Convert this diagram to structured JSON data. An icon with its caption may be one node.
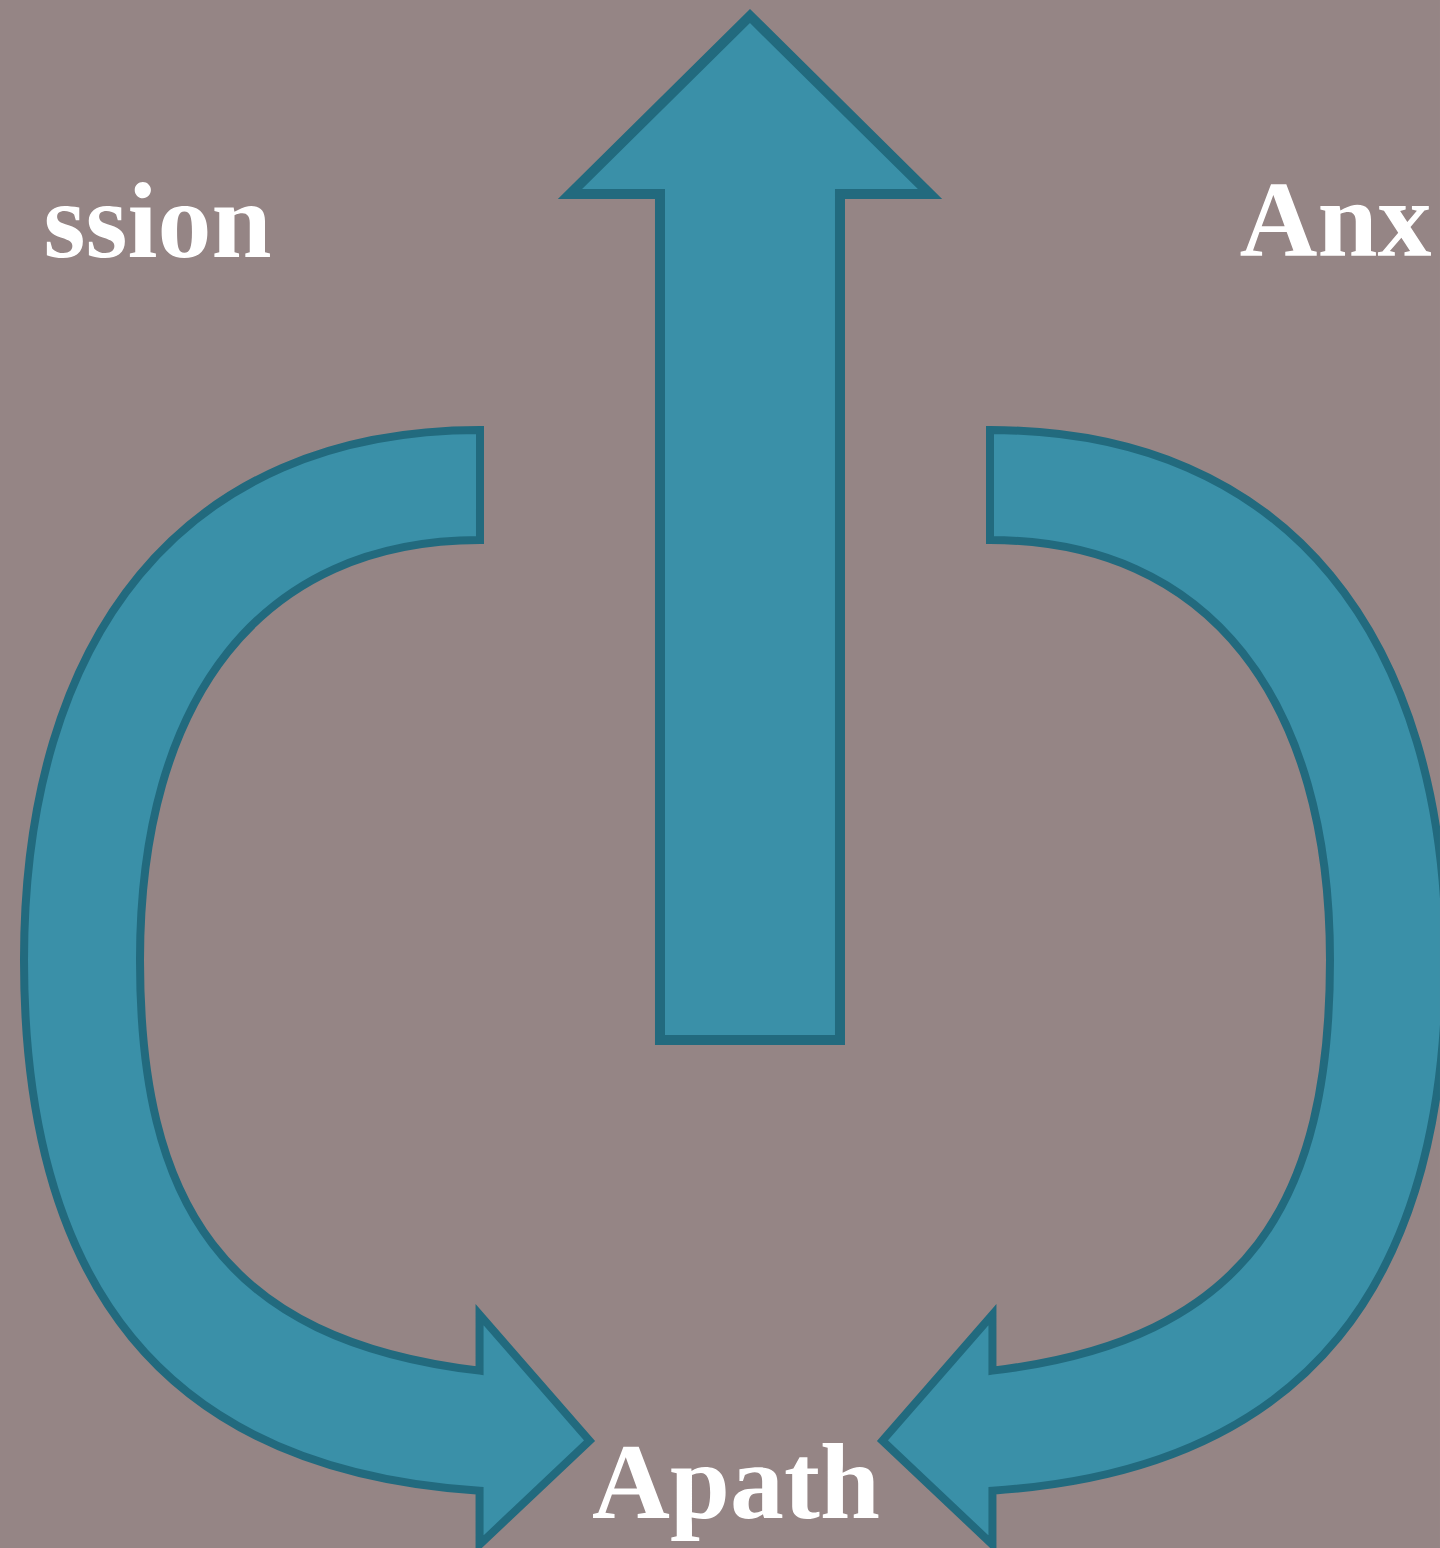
{
  "diagram": {
    "nodes": [
      {
        "text": [
          "ssion"
        ]
      },
      {
        "text": [
          "Anx"
        ]
      },
      {
        "text": [
          "Apath"
        ]
      }
    ],
    "edges": [
      {
        "from": null,
        "to": 2,
        "arrow": "to"
      },
      {
        "from": null,
        "to": 2,
        "arrow": "to"
      }
    ]
  }
}
